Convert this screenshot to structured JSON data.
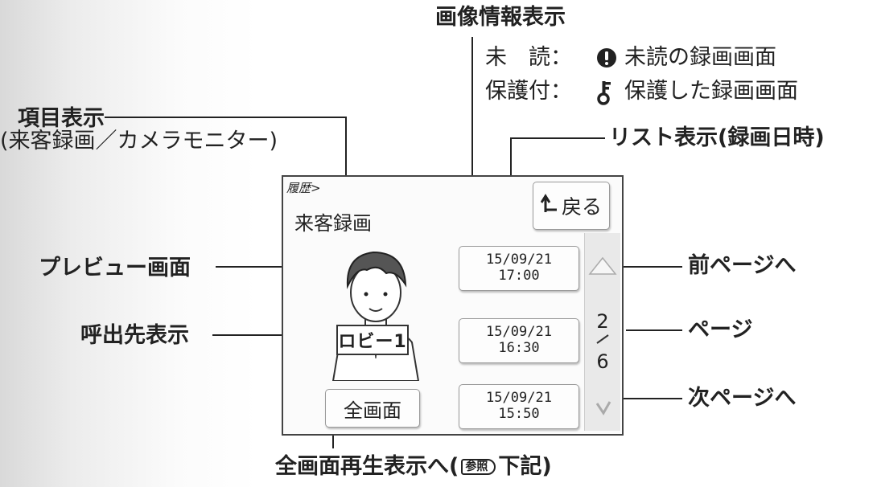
{
  "callouts": {
    "image_info": "画像情報表示",
    "unread_label": "未　読：",
    "unread_desc": "未読の録画画面",
    "protected_label": "保護付：",
    "protected_desc": "保護した録画画面",
    "item_display": "項目表示",
    "item_display_sub": "(来客録画／カメラモニター)",
    "list_display": "リスト表示(録画日時)",
    "preview": "プレビュー画面",
    "prev_page": "前ページへ",
    "callee": "呼出先表示",
    "page": "ページ",
    "next_page": "次ページへ",
    "fullscreen_play_pre": "全画面再生表示へ(",
    "fullscreen_play_ref": "参照",
    "fullscreen_play_post": "下記)"
  },
  "screen": {
    "breadcrumb": "履歴>",
    "title": "来客録画",
    "back_label": "戻る",
    "callee_tag": "ロビー1",
    "fullscreen_label": "全画面",
    "page_current": "2",
    "page_total": "6",
    "list": [
      {
        "date": "15/09/21",
        "time": "17:00"
      },
      {
        "date": "15/09/21",
        "time": "16:30"
      },
      {
        "date": "15/09/21",
        "time": "15:50"
      }
    ]
  },
  "icons": {
    "unread": "exclamation-circle-icon",
    "protected": "key-icon",
    "back": "return-arrow-icon",
    "up": "up-triangle-icon",
    "down": "down-chevron-icon"
  }
}
